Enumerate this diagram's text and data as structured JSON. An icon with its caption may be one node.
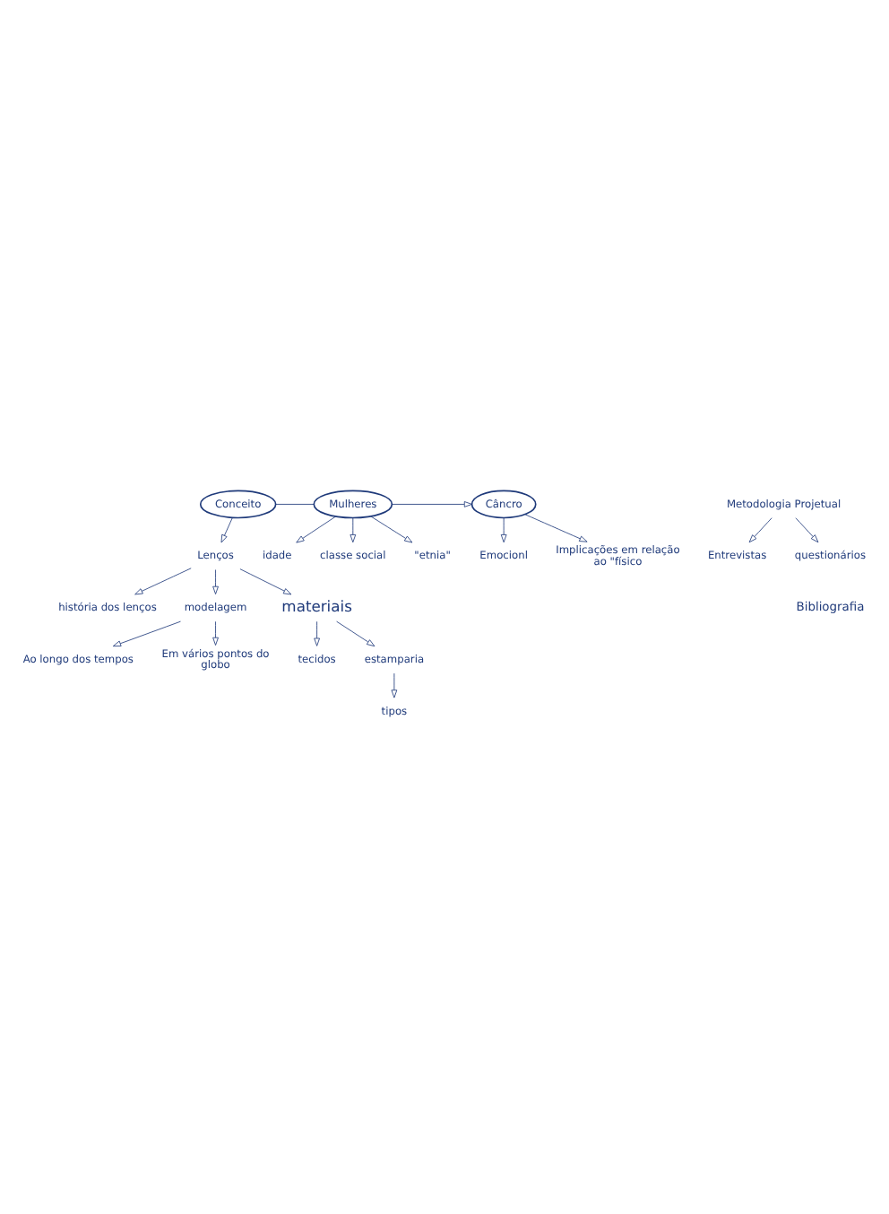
{
  "diagram": {
    "nodes": [
      {
        "text": [
          "Conceito"
        ]
      },
      {
        "text": [
          "Mulheres"
        ]
      },
      {
        "text": [
          "Câncro"
        ]
      },
      {
        "text": [
          "idade"
        ]
      },
      {
        "text": [
          "classe social"
        ]
      },
      {
        "text": [
          "\"etnia\""
        ]
      },
      {
        "text": [
          "Emocionl"
        ]
      },
      {
        "text": [
          "Implicações em relação ao \"físico"
        ]
      },
      {
        "text": [
          "Lenços"
        ]
      },
      {
        "text": [
          "história dos lenços"
        ]
      },
      {
        "text": [
          "modelagem"
        ]
      },
      {
        "text": [
          "Ao longo dos tempos"
        ]
      },
      {
        "text": [
          "Em vários pontos do globo"
        ]
      },
      {
        "text": [
          "materiais"
        ]
      },
      {
        "text": [
          "tecidos"
        ]
      },
      {
        "text": [
          "estamparia"
        ]
      },
      {
        "text": [
          "tipos"
        ]
      },
      {
        "text": [
          "Metodologia Projetual"
        ]
      },
      {
        "text": [
          "Entrevistas"
        ]
      },
      {
        "text": [
          "questionários"
        ]
      }
    ],
    "edges": [
      {
        "from": 0,
        "to": 1,
        "arrow": "none"
      },
      {
        "from": 1,
        "to": 2,
        "arrow": "to"
      },
      {
        "from": 1,
        "to": 3,
        "arrow": "to"
      },
      {
        "from": 1,
        "to": 4,
        "arrow": "to"
      },
      {
        "from": 1,
        "to": 5,
        "arrow": "to"
      },
      {
        "from": 2,
        "to": 6,
        "arrow": "to"
      },
      {
        "from": 2,
        "to": 7,
        "arrow": "to"
      },
      {
        "from": 0,
        "to": 8,
        "arrow": "to"
      },
      {
        "from": 8,
        "to": 9,
        "arrow": "to"
      },
      {
        "from": 8,
        "to": 10,
        "arrow": "to"
      },
      {
        "from": 10,
        "to": 11,
        "arrow": "to"
      },
      {
        "from": 10,
        "to": 12,
        "arrow": "to"
      },
      {
        "from": 8,
        "to": 13,
        "arrow": "to"
      },
      {
        "from": 13,
        "to": 14,
        "arrow": "to"
      },
      {
        "from": 13,
        "to": 15,
        "arrow": "to"
      },
      {
        "from": 15,
        "to": 16,
        "arrow": "to"
      },
      {
        "from": 17,
        "to": 18,
        "arrow": "to"
      },
      {
        "from": 17,
        "to": 19,
        "arrow": "to"
      }
    ],
    "labels": [
      "Bibliografia"
    ]
  }
}
